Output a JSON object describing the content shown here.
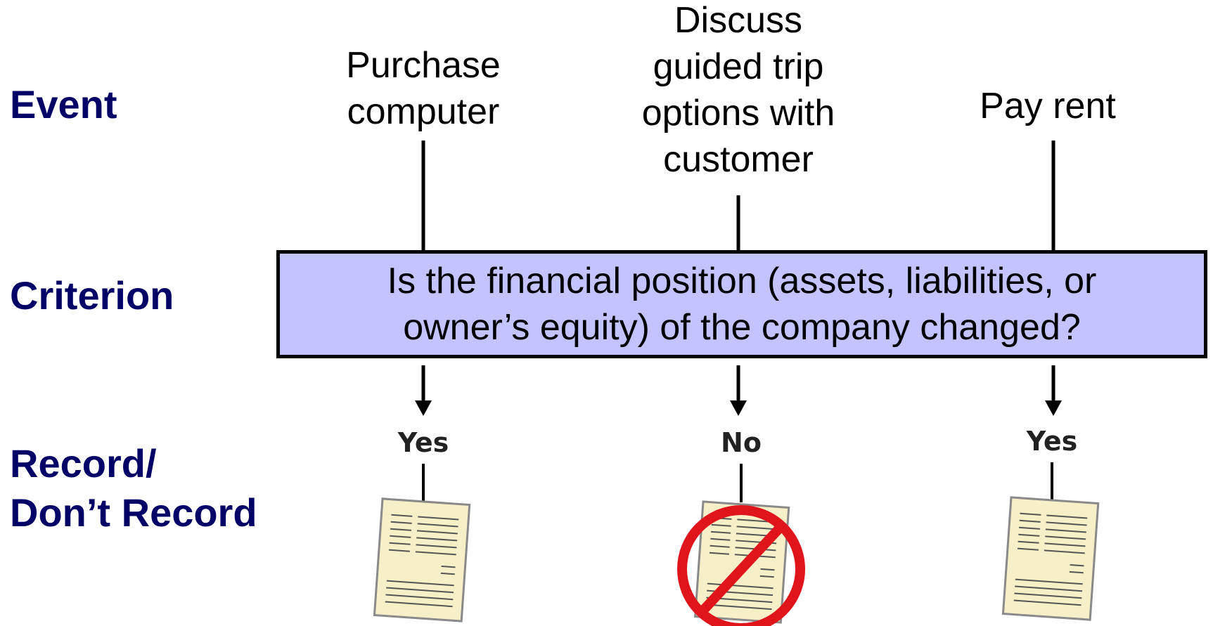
{
  "rows": {
    "event": "Event",
    "criterion": "Criterion",
    "record_line1": "Record/",
    "record_line2": "Don’t Record"
  },
  "events": [
    {
      "lines": [
        "Purchase",
        "computer"
      ],
      "answer": "Yes",
      "icon": "document-icon"
    },
    {
      "lines": [
        "Discuss",
        "guided trip",
        "options with",
        "customer"
      ],
      "answer": "No",
      "icon": "no-document-icon"
    },
    {
      "lines": [
        "Pay rent"
      ],
      "answer": "Yes",
      "icon": "document-icon"
    }
  ],
  "criterion": {
    "line1": "Is the financial position (assets, liabilities, or",
    "line2": "owner’s equity) of the company changed?"
  },
  "colors": {
    "label_color": "#000066",
    "box_fill": "#c3c3ff",
    "no_sign": "#e0151b",
    "paper": "#f7efc8"
  }
}
